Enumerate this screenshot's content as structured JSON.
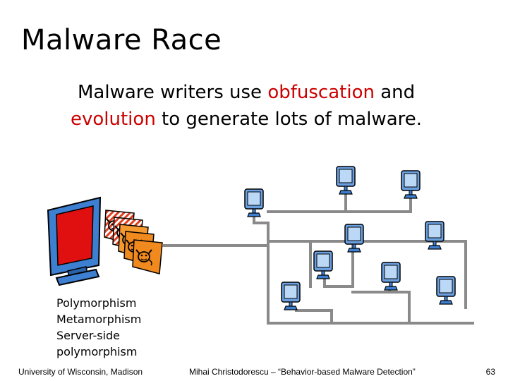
{
  "slide": {
    "title": "Malware Race",
    "subtitle": {
      "part1": "Malware writers use ",
      "obfuscation": "obfuscation",
      "part2": " and",
      "evolution": "evolution",
      "part3": " to generate lots of malware."
    },
    "techniques": [
      "Polymorphism",
      "Metamorphism",
      "Server-side",
      "polymorphism"
    ]
  },
  "footer": {
    "left": "University of Wisconsin, Madison",
    "center": "Mihai Christodorescu – “Behavior-based Malware Detection”",
    "page": "63"
  },
  "colors": {
    "accent_red": "#cc0000",
    "monitor_blue": "#3d7fd0",
    "network_gray": "#8a8a8a",
    "card_orange": "#f08a1e"
  },
  "icons": {
    "attacker": "monitor-icon",
    "malware": "devil-icon",
    "hosts": "computer-icon"
  }
}
